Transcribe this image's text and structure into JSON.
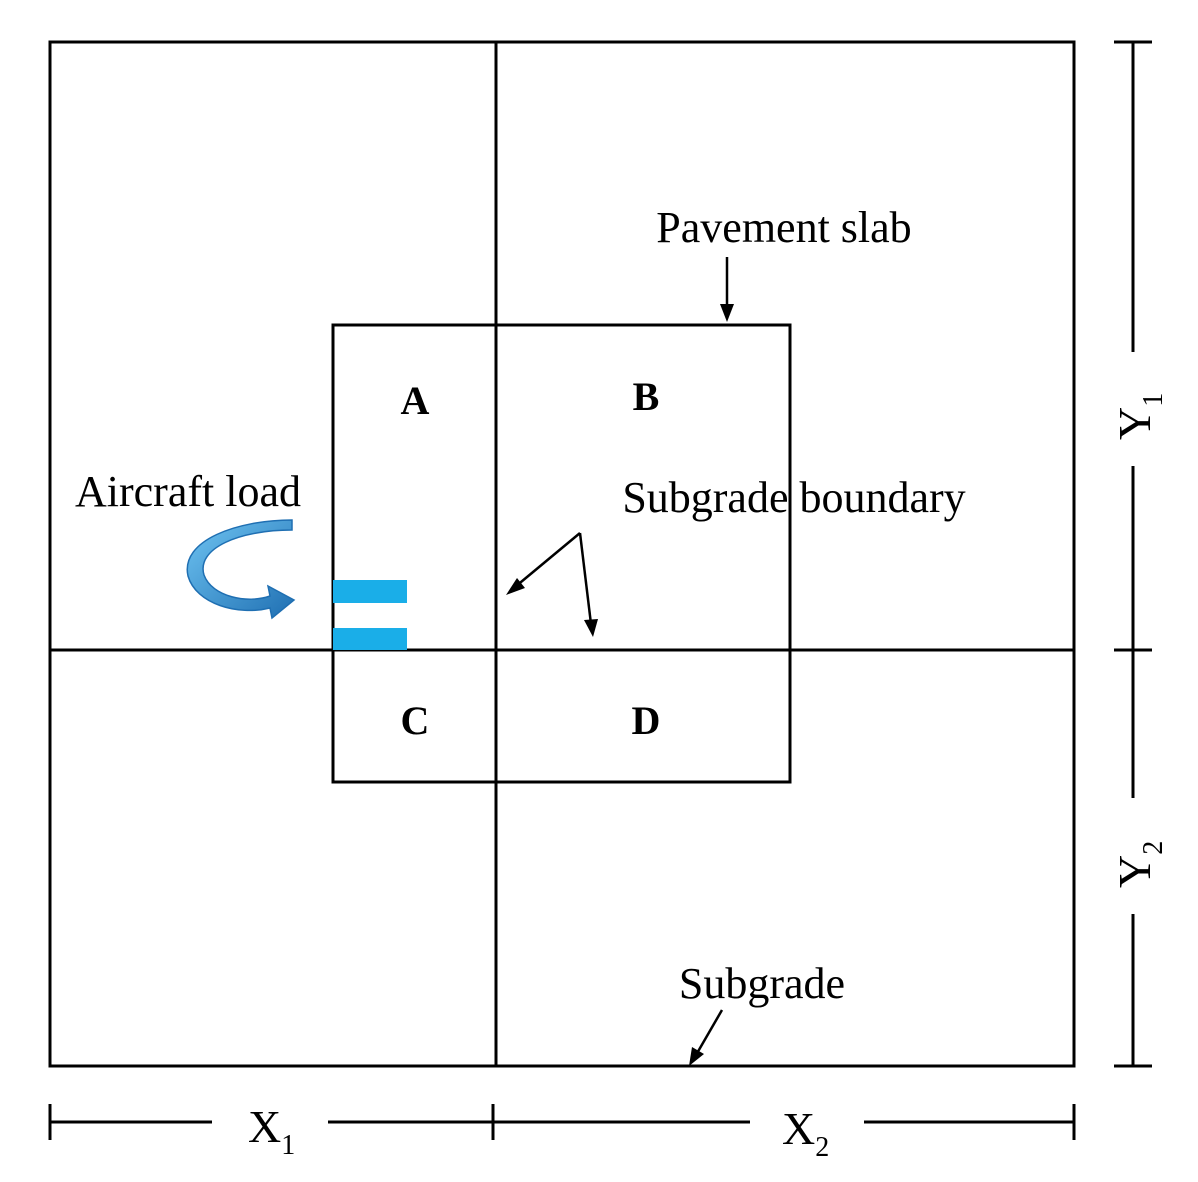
{
  "labels": {
    "pavement_slab": "Pavement slab",
    "aircraft_load": "Aircraft load",
    "subgrade_boundary": "Subgrade boundary",
    "subgrade": "Subgrade"
  },
  "quadrants": {
    "a": "A",
    "b": "B",
    "c": "C",
    "d": "D"
  },
  "dimensions": {
    "x1": {
      "base": "X",
      "sub": "1"
    },
    "x2": {
      "base": "X",
      "sub": "2"
    },
    "y1": {
      "base": "Y",
      "sub": "1"
    },
    "y2": {
      "base": "Y",
      "sub": "2"
    }
  },
  "colors": {
    "load_marker": "#1aaee8",
    "arrow_gradient_light": "#6fc4f2",
    "arrow_gradient_dark": "#1f6fb2",
    "lines": "#000000"
  }
}
